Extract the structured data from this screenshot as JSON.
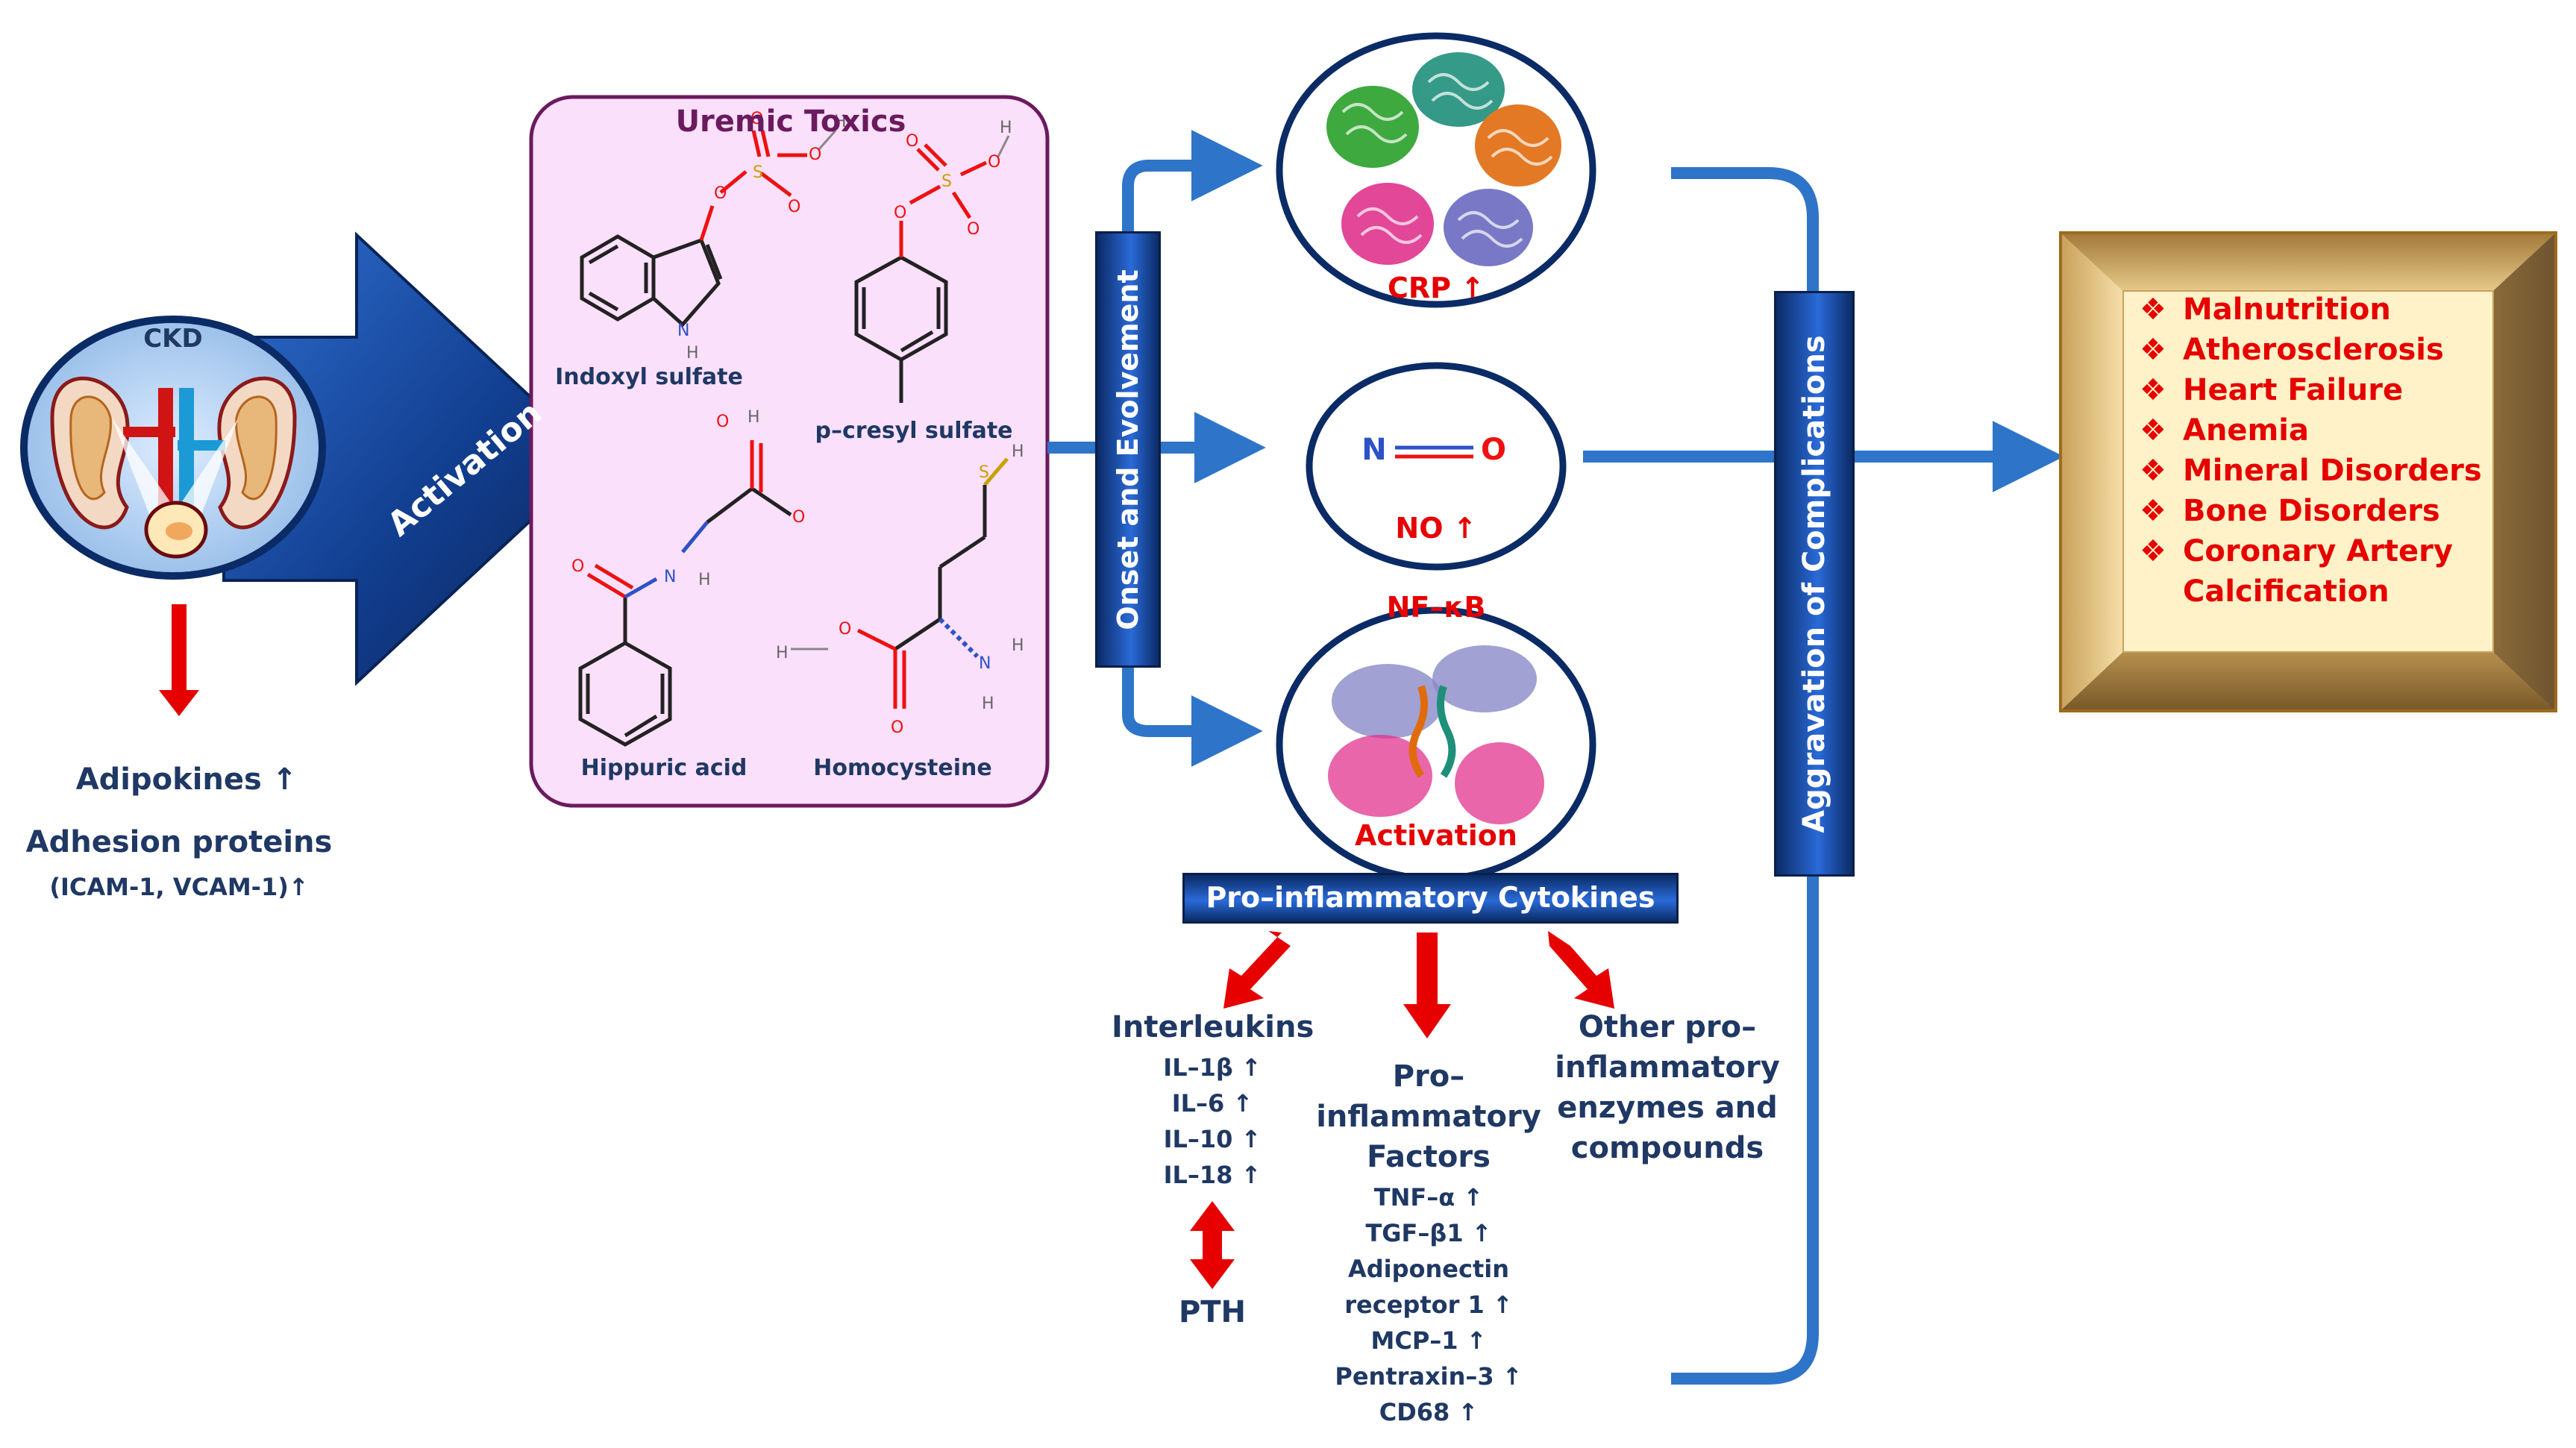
{
  "ckd": {
    "title": "CKD",
    "activation": "Activation"
  },
  "ckd_outputs": {
    "adipokines": "Adipokines ↑",
    "adhesion": "Adhesion proteins",
    "adhesion_detail": "(ICAM-1, VCAM-1)↑"
  },
  "uremic": {
    "title": "Uremic Toxics",
    "compounds": {
      "indoxyl": "Indoxyl sulfate",
      "pcresyl": "p–cresyl sulfate",
      "hippuric": "Hippuric acid",
      "homocysteine": "Homocysteine"
    },
    "atoms": {
      "O": "O",
      "S": "S",
      "H": "H",
      "N": "N"
    }
  },
  "onset_label": "Onset and Evolvement",
  "crp": {
    "label": "CRP ↑"
  },
  "no": {
    "label": "NO ↑",
    "atom_n": "N",
    "atom_o": "O"
  },
  "nfkb": {
    "title": "NF–κB",
    "activation": "Activation"
  },
  "cytokines_label": "Pro–inflammatory Cytokines",
  "interleukins": {
    "title": "Interleukins",
    "items": [
      "IL–1β ↑",
      "IL–6 ↑",
      "IL–10 ↑",
      "IL–18 ↑"
    ],
    "pth": "PTH"
  },
  "factors": {
    "title_lines": [
      "Pro–",
      "inflammatory",
      "Factors"
    ],
    "items": [
      "TNF–α ↑",
      "TGF–β1 ↑",
      "Adiponectin",
      "receptor 1 ↑",
      "MCP–1 ↑",
      "Pentraxin–3 ↑",
      "CD68 ↑"
    ]
  },
  "other": {
    "lines": [
      "Other pro–",
      "inflammatory",
      "enzymes and",
      "compounds"
    ]
  },
  "aggravation_label": "Aggravation of Complications",
  "complications": {
    "bullet": "❖",
    "items": [
      "Malnutrition",
      "Atherosclerosis",
      "Heart Failure",
      "Anemia",
      "Mineral Disorders",
      "Bone Disorders",
      "Coronary Artery",
      "Calcification"
    ]
  },
  "colors": {
    "navy": "#1f3864",
    "red": "#e60000",
    "blue_arrow": "#2e75c9",
    "dark_blue": "#0b2b66",
    "pink_box": "#fbe0fb",
    "purple_border": "#6b1a5e",
    "frame_inner": "#fff2c8",
    "frame_border": "#9c6b1e"
  }
}
